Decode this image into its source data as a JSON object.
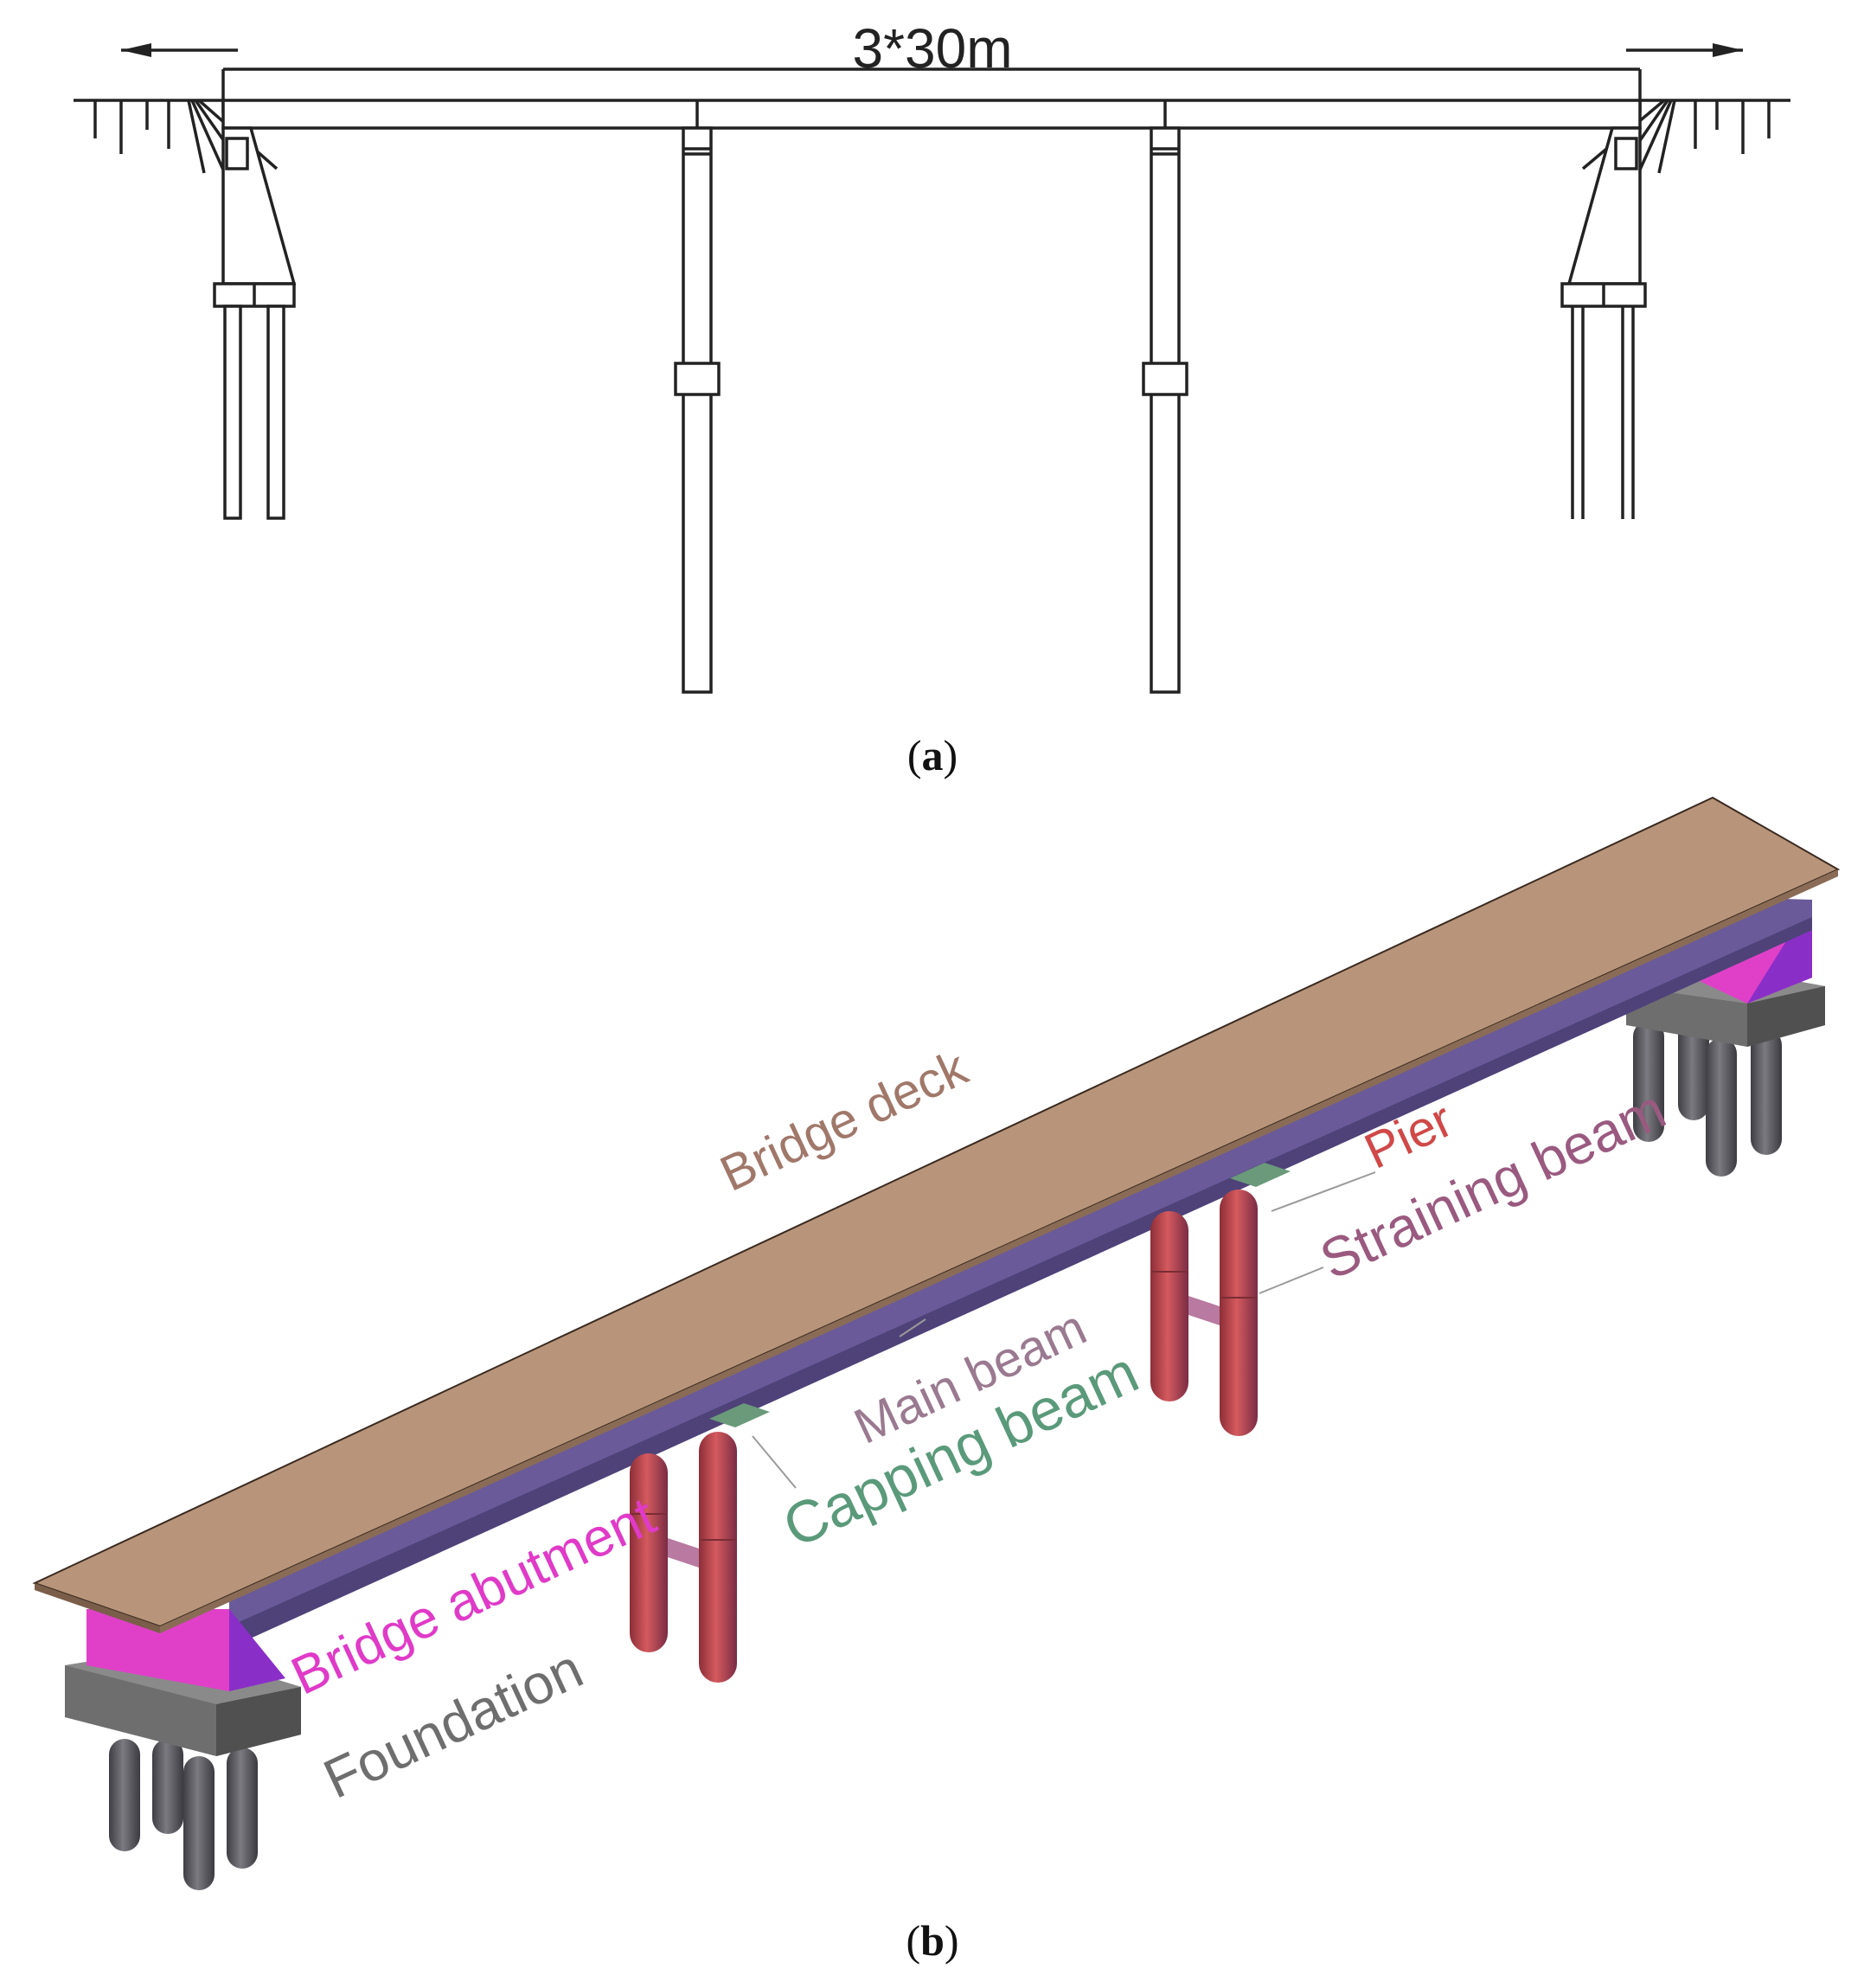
{
  "panel_a": {
    "dimension_label": "3*30m",
    "caption_open": "(",
    "caption_letter": "a",
    "caption_close": ")"
  },
  "panel_b": {
    "labels": {
      "bridge_deck": "Bridge deck",
      "pier": "Pier",
      "straining_beam": "Straining beam",
      "main_beam": "Main beam",
      "capping_beam": "Capping beam",
      "bridge_abutment": "Bridge abutment",
      "foundation": "Foundation"
    },
    "caption_open": "(",
    "caption_letter": "b",
    "caption_close": ")"
  },
  "colors": {
    "deck": "#b8957a",
    "main_beam": "#6a5a9a",
    "abutment": "#e040c8",
    "abutment_side": "#8a2ec8",
    "foundation": "#6e6e6e",
    "pier": "#c2484e",
    "capping_beam": "#6a9a7a",
    "label_pier": "#d04848",
    "label_straining": "#9a5a80",
    "label_main_beam": "#9a7a90",
    "label_capping": "#5a9a7a",
    "label_abutment": "#e03ac8",
    "label_foundation": "#6e6e6e",
    "label_deck": "#a0786a"
  }
}
